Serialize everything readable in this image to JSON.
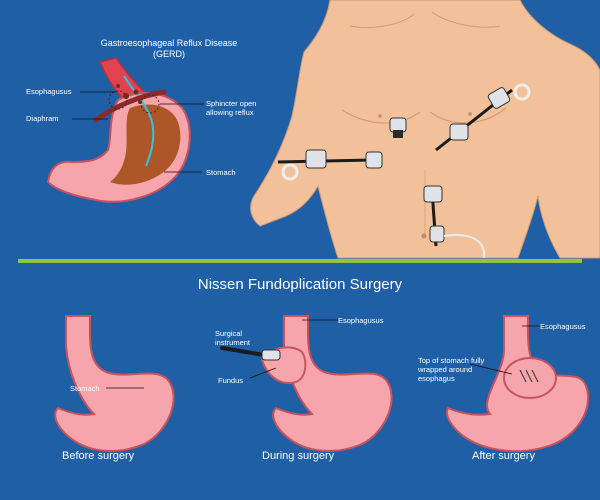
{
  "colors": {
    "background": "#1f5fa6",
    "divider": "#8dc63f",
    "stomach": "#f6a5ac",
    "stomach_outline": "#c9535d",
    "skin": "#f2c19a",
    "acid": "#a6501c"
  },
  "gerd": {
    "title_line1": "Gastroesophageal Reflux Disease",
    "title_line2": "(GERD)",
    "labels": {
      "esophagus": "Esophagusus",
      "diaphram": "Diaphram",
      "sphincter": "Sphincter open allowing reflux",
      "stomach": "Stomach"
    }
  },
  "section_title": "Nissen Fundoplication Surgery",
  "panels": {
    "before": {
      "stomach_label": "Stomach",
      "caption": "Before surgery"
    },
    "during": {
      "instrument_label": "Surgical instrument",
      "esophagus_label": "Esophagusus",
      "fundus_label": "Fundus",
      "caption": "During surgery"
    },
    "after": {
      "esophagus_label": "Esophagusus",
      "wrap_label": "Top of stomach fully wrapped around esophagus",
      "caption": "After surgery"
    }
  },
  "icons": [
    "laparoscopic-port-icon",
    "surgical-instrument-icon",
    "camera-icon"
  ]
}
